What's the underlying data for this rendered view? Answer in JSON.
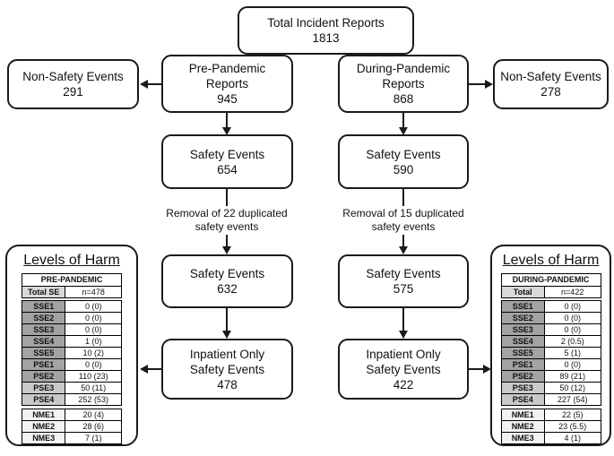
{
  "flow": {
    "total": {
      "title": "Total Incident Reports",
      "value": "1813"
    },
    "non_safety_pre": {
      "title": "Non-Safety Events",
      "value": "291"
    },
    "pre": {
      "title": "Pre-Pandemic\nReports",
      "value": "945"
    },
    "during": {
      "title": "During-Pandemic\nReports",
      "value": "868"
    },
    "non_safety_during": {
      "title": "Non-Safety Events",
      "value": "278"
    },
    "safety_pre": {
      "title": "Safety Events",
      "value": "654"
    },
    "safety_during": {
      "title": "Safety Events",
      "value": "590"
    },
    "removal_pre": "Removal of 22 duplicated\nsafety events",
    "removal_during": "Removal of 15 duplicated\nsafety events",
    "safety_pre_dedup": {
      "title": "Safety Events",
      "value": "632"
    },
    "safety_during_dedup": {
      "title": "Safety Events",
      "value": "575"
    },
    "inpatient_pre": {
      "title": "Inpatient Only\nSafety Events",
      "value": "478"
    },
    "inpatient_during": {
      "title": "Inpatient Only\nSafety Events",
      "value": "422"
    }
  },
  "harm_left": {
    "title": "Levels of Harm",
    "header": "PRE-PANDEMIC",
    "total_label": "Total SE",
    "total_value": "n=478",
    "rows": [
      {
        "label": "SSE1",
        "value": "0 (0)",
        "shade": "dark"
      },
      {
        "label": "SSE2",
        "value": "0 (0)",
        "shade": "dark"
      },
      {
        "label": "SSE3",
        "value": "0 (0)",
        "shade": "dark"
      },
      {
        "label": "SSE4",
        "value": "1 (0)",
        "shade": "dark"
      },
      {
        "label": "SSE5",
        "value": "10 (2)",
        "shade": "dark"
      },
      {
        "label": "PSE1",
        "value": "0 (0)",
        "shade": "dark"
      },
      {
        "label": "PSE2",
        "value": "110 (23)",
        "shade": "dark"
      },
      {
        "label": "PSE3",
        "value": "50 (11)",
        "shade": "mid"
      },
      {
        "label": "PSE4",
        "value": "252 (53)",
        "shade": "mid"
      }
    ],
    "nme_rows": [
      {
        "label": "NME1",
        "value": "20 (4)",
        "shade": "light"
      },
      {
        "label": "NME2",
        "value": "28 (6)",
        "shade": "light"
      },
      {
        "label": "NME3",
        "value": "7 (1)",
        "shade": "light"
      }
    ]
  },
  "harm_right": {
    "title": "Levels of Harm",
    "header": "DURING-PANDEMIC",
    "total_label": "Total",
    "total_value": "n=422",
    "rows": [
      {
        "label": "SSE1",
        "value": "0 (0)",
        "shade": "dark"
      },
      {
        "label": "SSE2",
        "value": "0 (0)",
        "shade": "dark"
      },
      {
        "label": "SSE3",
        "value": "0 (0)",
        "shade": "dark"
      },
      {
        "label": "SSE4",
        "value": "2 (0.5)",
        "shade": "dark"
      },
      {
        "label": "SSE5",
        "value": "5 (1)",
        "shade": "dark"
      },
      {
        "label": "PSE1",
        "value": "0 (0)",
        "shade": "dark"
      },
      {
        "label": "PSE2",
        "value": "89 (21)",
        "shade": "dark"
      },
      {
        "label": "PSE3",
        "value": "50 (12)",
        "shade": "mid"
      },
      {
        "label": "PSE4",
        "value": "227 (54)",
        "shade": "mid"
      }
    ],
    "nme_rows": [
      {
        "label": "NME1",
        "value": "22 (5)",
        "shade": "light"
      },
      {
        "label": "NME2",
        "value": "23 (5.5)",
        "shade": "light"
      },
      {
        "label": "NME3",
        "value": "4 (1)",
        "shade": "light"
      }
    ]
  }
}
